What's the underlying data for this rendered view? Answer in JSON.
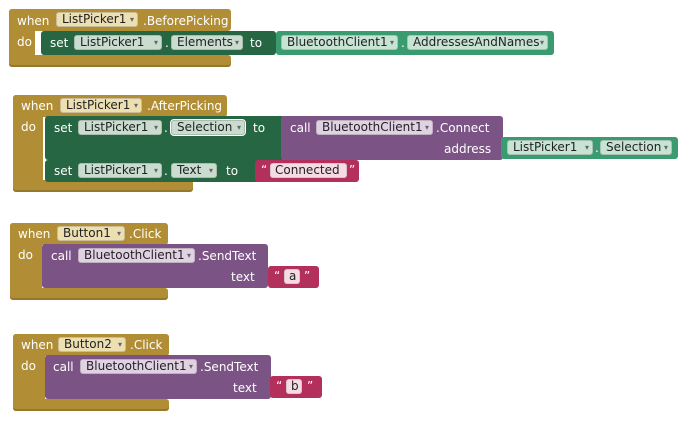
{
  "block1": {
    "when": "when",
    "component": "ListPicker1",
    "event": ".BeforePicking",
    "do": "do",
    "set": "set",
    "target": "ListPicker1",
    "dot": ".",
    "property": "Elements",
    "to": "to",
    "value_component": "BluetoothClient1",
    "value_property": "AddressesAndNames"
  },
  "block2": {
    "when": "when",
    "component": "ListPicker1",
    "event": ".AfterPicking",
    "do": "do",
    "set1": "set",
    "target1": "ListPicker1",
    "dot1": ".",
    "property1": "Selection",
    "to1": "to",
    "call": "call",
    "call_component": "BluetoothClient1",
    "call_method": ".Connect",
    "address_label": "address",
    "address_component": "ListPicker1",
    "address_dot": ".",
    "address_property": "Selection",
    "set2": "set",
    "target2": "ListPicker1",
    "dot2": ".",
    "property2": "Text",
    "to2": "to",
    "string_value": "Connected"
  },
  "block3": {
    "when": "when",
    "component": "Button1",
    "event": ".Click",
    "do": "do",
    "call": "call",
    "call_component": "BluetoothClient1",
    "call_method": ".SendText",
    "text_label": "text",
    "string_value": "a"
  },
  "block4": {
    "when": "when",
    "component": "Button2",
    "event": ".Click",
    "do": "do",
    "call": "call",
    "call_component": "BluetoothClient1",
    "call_method": ".SendText",
    "text_label": "text",
    "string_value": "b"
  },
  "glyphs": {
    "dropdown": "▾",
    "open_quote": "“",
    "close_quote": "”"
  },
  "colors": {
    "event": "#b18e35",
    "setter": "#266643",
    "getter": "#3a9a70",
    "procedure_call": "#7c5385",
    "text": "#b3305c"
  }
}
